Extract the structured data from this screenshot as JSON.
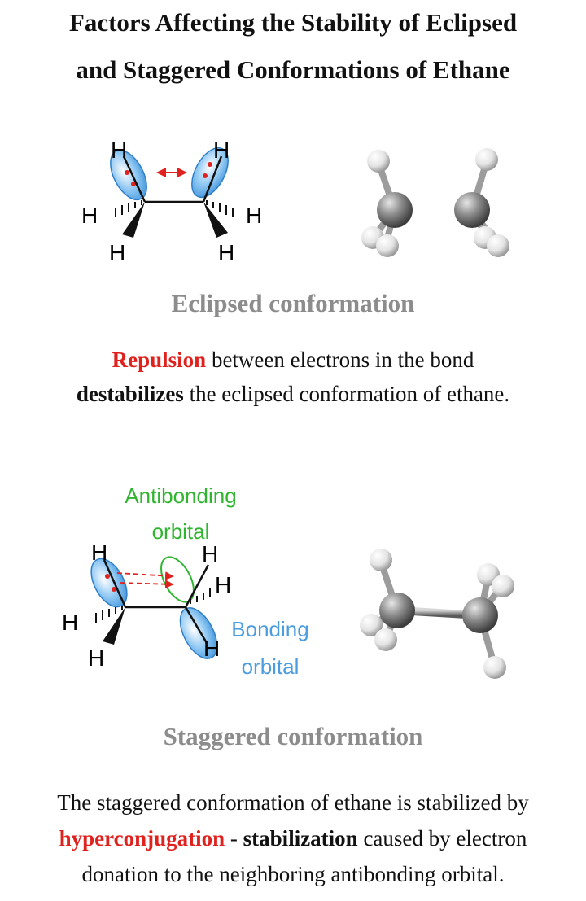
{
  "title": {
    "line1": "Factors Affecting the Stability of Eclipsed",
    "line2": "and Staggered Conformations of Ethane"
  },
  "eclipsed": {
    "atom_label": "H",
    "caption": "Eclipsed conformation",
    "text": {
      "line1_red": "Repulsion",
      "line1_rest": " between electrons in the bond",
      "line2_bold": "destabilizes",
      "line2_rest": " the eclipsed conformation of ethane."
    }
  },
  "staggered": {
    "atom_label": "H",
    "antibonding_label_line1": "Antibonding",
    "antibonding_label_line2": "orbital",
    "bonding_label_line1": "Bonding",
    "bonding_label_line2": "orbital",
    "caption": "Staggered conformation",
    "text": {
      "line1": "The staggered conformation of ethane is stabilized by",
      "line2_red": "hyperconjugation",
      "line2_mid": " - ",
      "line2_bold": "stabilization",
      "line2_rest": " caused by electron",
      "line3": "donation to the neighboring antibonding orbital."
    }
  },
  "colors": {
    "orbital_blue": "#5aa9e6",
    "antibonding_green": "#2fb52f",
    "repulsion_red": "#e0221f",
    "caption_gray": "#8c8c8c"
  }
}
